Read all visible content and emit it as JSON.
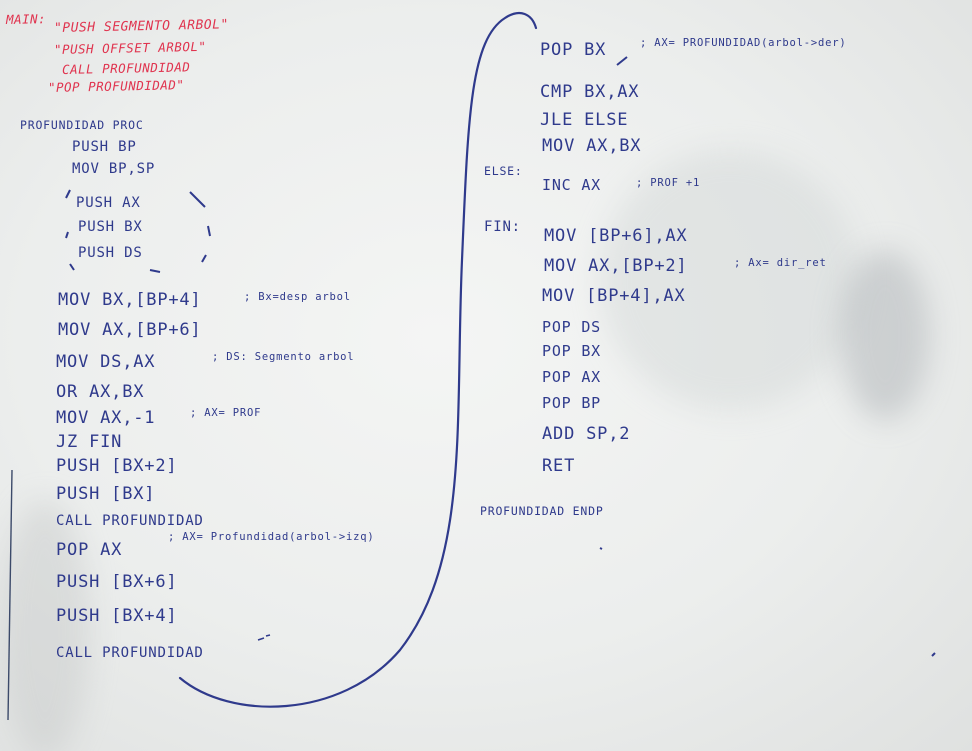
{
  "whiteboard": {
    "ink_colors": {
      "red_marker": "#e0344f",
      "blue_marker": "#2f3a8c"
    },
    "main_notes": {
      "heading": "MAIN:",
      "lines": [
        "\"PUSH SEGMENTO ARBOL\"",
        "\"PUSH OFFSET ARBOL\"",
        "CALL PROFUNDIDAD",
        "\"POP PROFUNDIDAD\""
      ]
    },
    "left_column": {
      "proc_header": "PROFUNDIDAD PROC",
      "prologue": [
        "PUSH BP",
        "MOV BP,SP"
      ],
      "saves": [
        "PUSH AX",
        "PUSH BX",
        "PUSH DS"
      ],
      "body": [
        {
          "code": "MOV BX,[BP+4]",
          "comment": "; Bx=desp arbol"
        },
        {
          "code": "MOV AX,[BP+6]",
          "comment": ""
        },
        {
          "code": "MOV DS,AX",
          "comment": "; DS: Segmento arbol"
        },
        {
          "code": "OR AX,BX",
          "comment": ""
        },
        {
          "code": "MOV AX,-1",
          "comment": "; AX= PROF"
        },
        {
          "code": "JZ FIN",
          "comment": ""
        },
        {
          "code": "PUSH [BX+2]",
          "comment": ""
        },
        {
          "code": "PUSH [BX]",
          "comment": ""
        },
        {
          "code": "CALL PROFUNDIDAD",
          "comment": ""
        },
        {
          "code": "POP AX",
          "comment": "; AX= Profundidad(arbol->izq)"
        },
        {
          "code": "PUSH [BX+6]",
          "comment": ""
        },
        {
          "code": "PUSH [BX+4]",
          "comment": ""
        },
        {
          "code": "CALL PROFUNDIDAD",
          "comment": ""
        }
      ]
    },
    "right_column": {
      "top": [
        {
          "code": "POP BX",
          "comment": "; AX= PROFUNDIDAD(arbol->der)"
        },
        {
          "code": "CMP BX,AX",
          "comment": ""
        },
        {
          "code": "JLE ELSE",
          "comment": ""
        },
        {
          "code": "MOV AX,BX",
          "comment": ""
        }
      ],
      "else_label": "ELSE:",
      "else_line": {
        "code": "INC AX",
        "comment": "; PROF +1"
      },
      "fin_label": "FIN:",
      "fin_lines": [
        {
          "code": "MOV [BP+6],AX",
          "comment": ""
        },
        {
          "code": "MOV AX,[BP+2]",
          "comment": "; Ax= dir_ret"
        },
        {
          "code": "MOV [BP+4],AX",
          "comment": ""
        },
        {
          "code": "POP DS",
          "comment": ""
        },
        {
          "code": "POP BX",
          "comment": ""
        },
        {
          "code": "POP AX",
          "comment": ""
        },
        {
          "code": "POP BP",
          "comment": ""
        },
        {
          "code": "ADD SP,2",
          "comment": ""
        },
        {
          "code": "RET",
          "comment": ""
        }
      ],
      "endp": "PROFUNDIDAD ENDP"
    }
  }
}
